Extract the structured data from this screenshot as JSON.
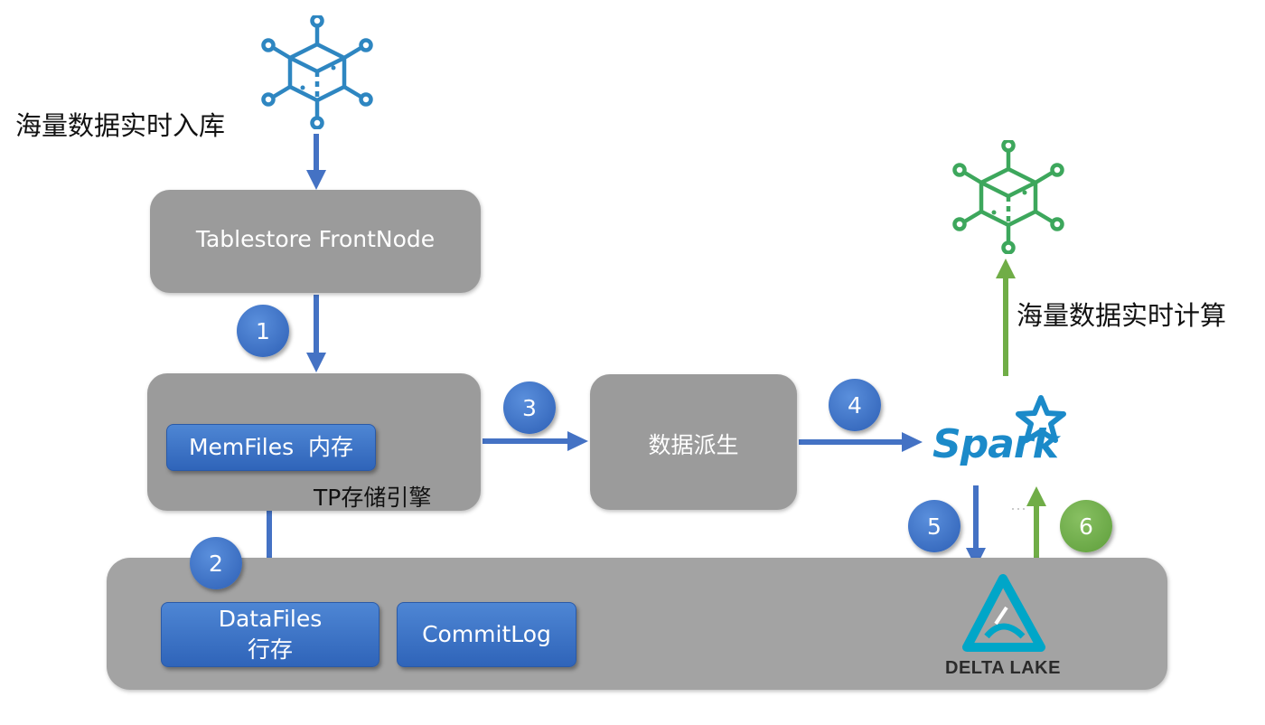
{
  "labels": {
    "ingest": "海量数据实时入库",
    "compute": "海量数据实时计算",
    "tp_engine": "TP存储引擎"
  },
  "boxes": {
    "frontnode": "Tablestore FrontNode",
    "derive": "数据派生"
  },
  "blue_boxes": {
    "memfiles": "MemFiles  内存",
    "datafiles_line1": "DataFiles",
    "datafiles_line2": "行存",
    "commitlog": "CommitLog"
  },
  "badges": [
    "1",
    "2",
    "3",
    "4",
    "5",
    "6"
  ],
  "logos": {
    "spark": "Spark",
    "delta": "DELTA LAKE"
  },
  "icons": {
    "top": "data-node-network-icon",
    "right": "data-node-network-icon"
  },
  "colors": {
    "blue": "#4472c4",
    "green": "#70ad47",
    "box_gray": "#9b9b9b",
    "icon_blue": "#2e86c1",
    "icon_green": "#3da75c",
    "spark_blue": "#1b8ac9",
    "delta_teal": "#00a6c8"
  }
}
